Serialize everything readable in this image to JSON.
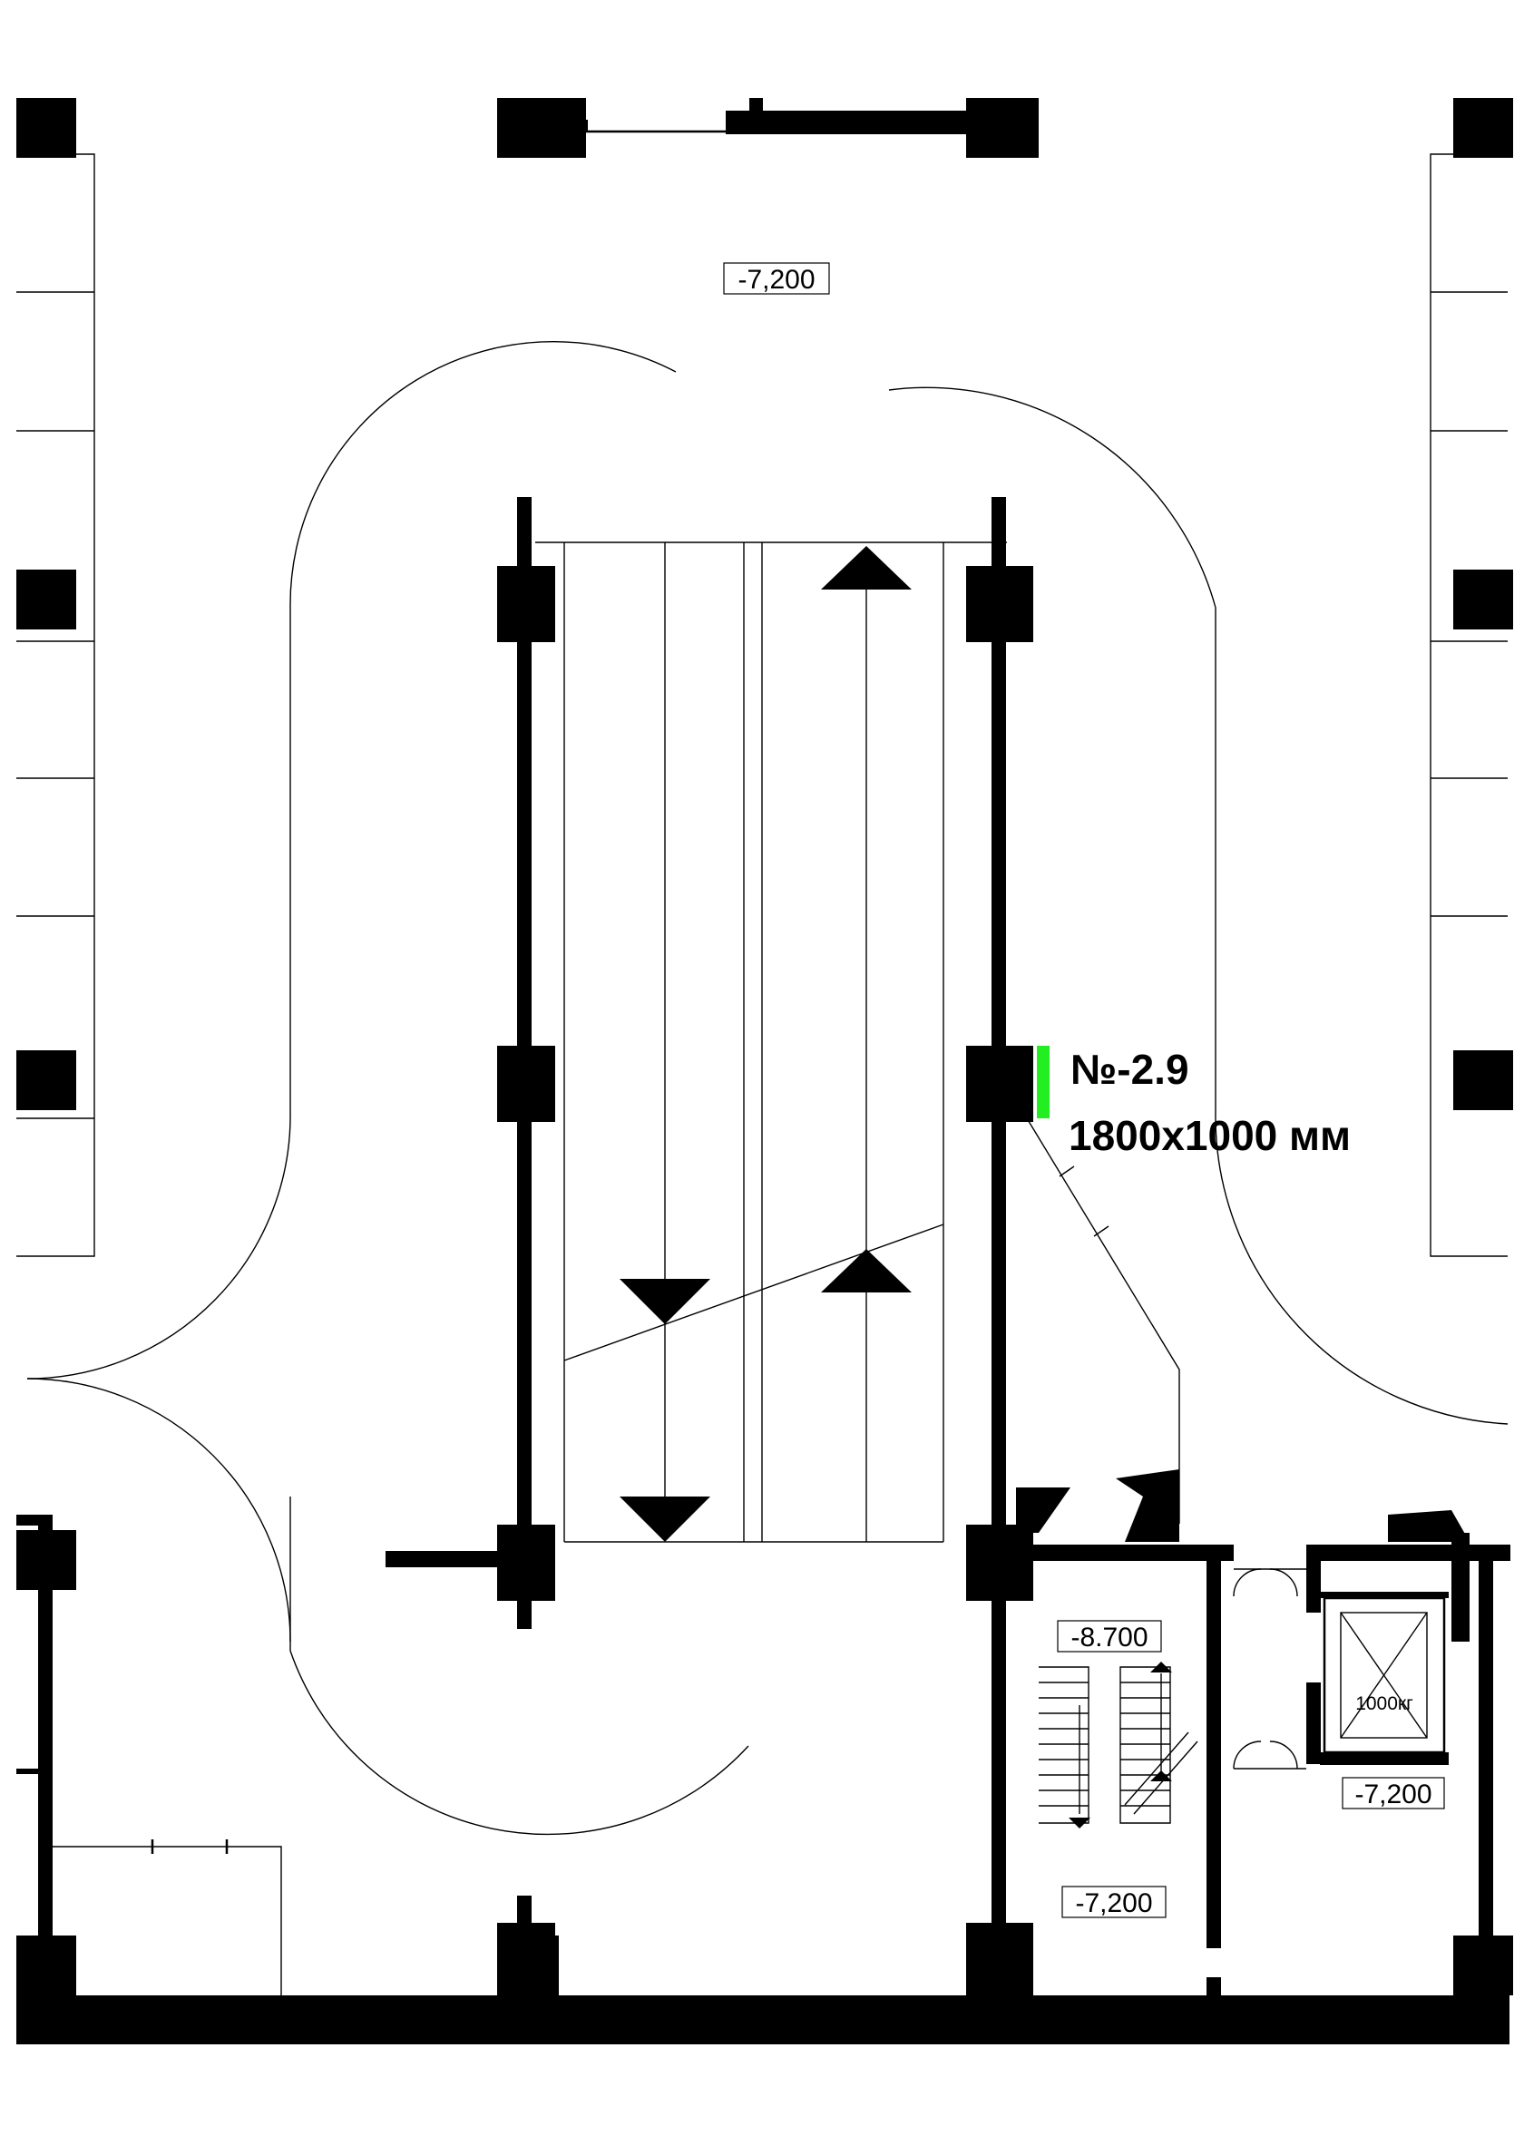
{
  "plan": {
    "levels": {
      "top": "-7,200",
      "stair_upper": "-8.700",
      "stair_lower": "-7,200",
      "elevator_side": "-7,200"
    },
    "elevator": {
      "capacity": "1000кг"
    },
    "unit": {
      "number": "№-2.9",
      "size": "1800х1000 мм",
      "highlight_color": "#22ee22"
    }
  }
}
